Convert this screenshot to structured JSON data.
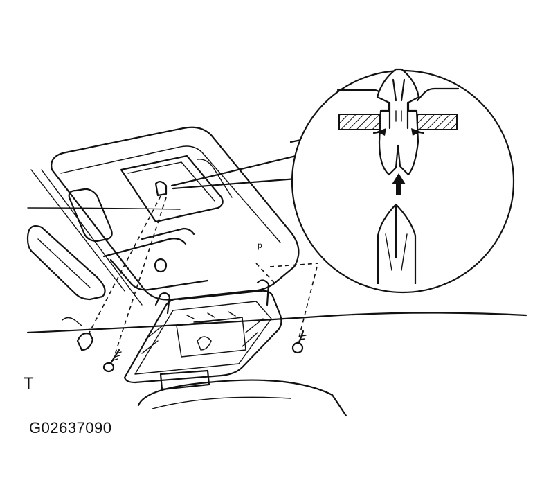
{
  "figure": {
    "code": "G02637090",
    "view_mark": "T"
  },
  "colors": {
    "ink": "#111111",
    "background": "#ffffff"
  },
  "parts": [
    {
      "name": "map-light-housing",
      "interactable": false
    },
    {
      "name": "clip-detail-callout",
      "interactable": false
    },
    {
      "name": "screwdriver-icon",
      "interactable": false
    },
    {
      "name": "push-arrow-icon",
      "interactable": false
    },
    {
      "name": "retaining-clip",
      "interactable": false
    },
    {
      "name": "screws",
      "interactable": false
    }
  ]
}
